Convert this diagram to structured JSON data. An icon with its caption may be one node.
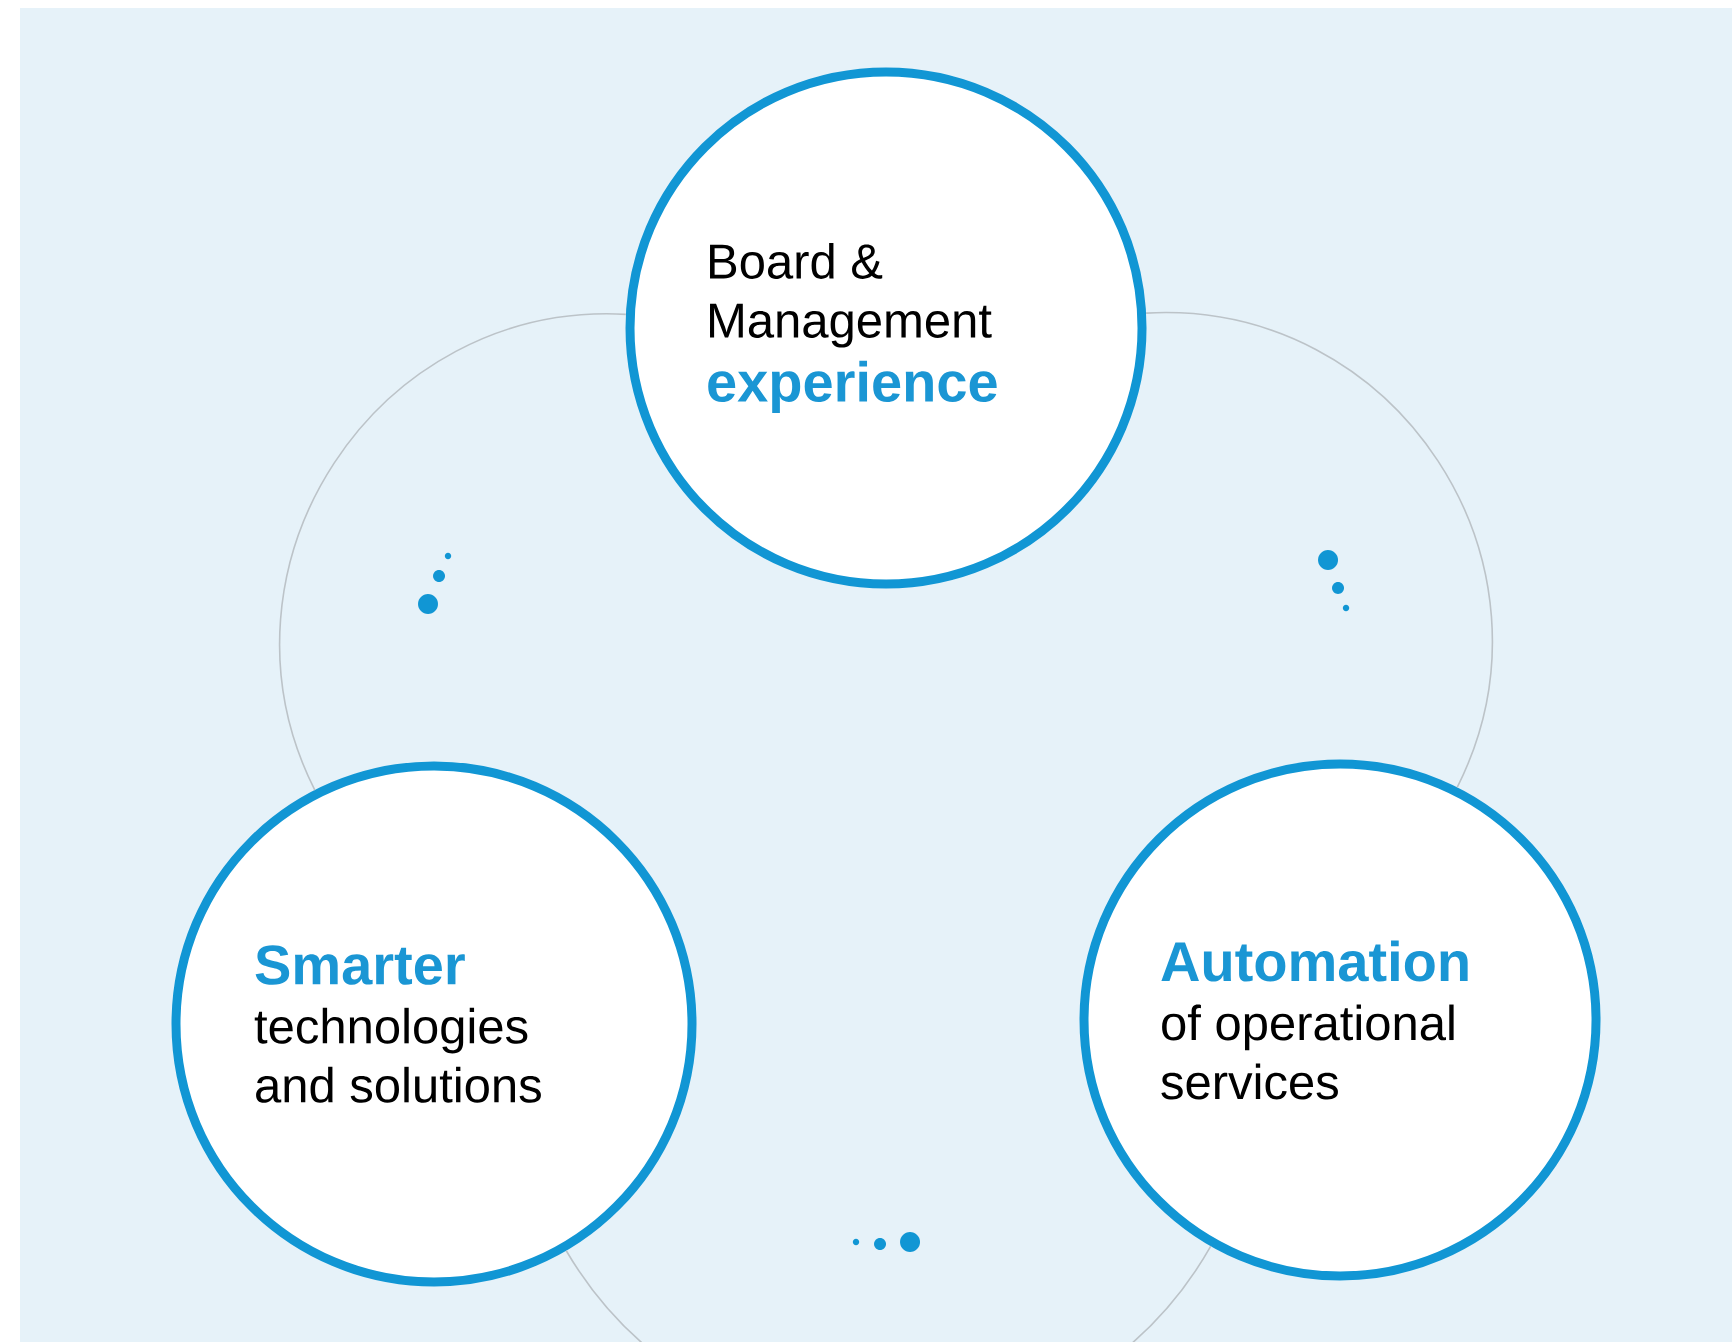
{
  "diagram": {
    "nodes": [
      {
        "text": [
          "Board & Management",
          "experience"
        ]
      },
      {
        "text": [
          "Smarter",
          "technologies and solutions"
        ]
      },
      {
        "text": [
          "Automation",
          "of operational services"
        ]
      }
    ],
    "edges": [
      {
        "from": 0,
        "to": 1,
        "arrow": "none"
      },
      {
        "from": 1,
        "to": 2,
        "arrow": "none"
      },
      {
        "from": 2,
        "to": 0,
        "arrow": "none"
      }
    ]
  }
}
